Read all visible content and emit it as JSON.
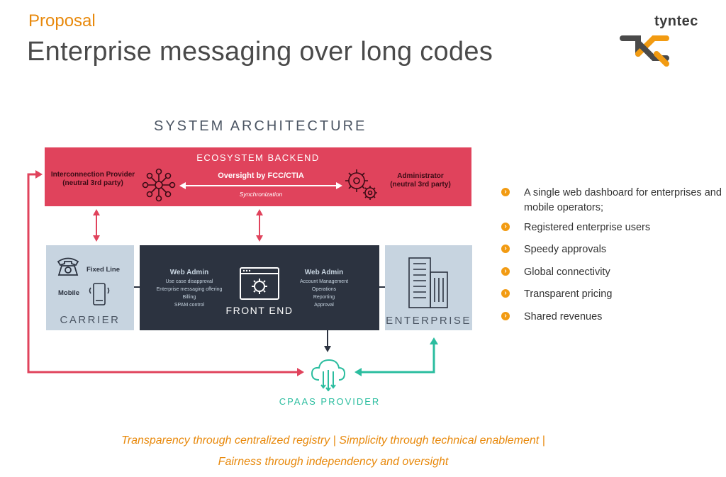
{
  "header": {
    "eyebrow": "Proposal",
    "title": "Enterprise messaging over long codes",
    "brand": "tyntec"
  },
  "diagram": {
    "title": "SYSTEM ARCHITECTURE",
    "backend": {
      "title": "ECOSYSTEM BACKEND",
      "left_line1": "Interconnection Provider",
      "left_line2": "(neutral 3rd party)",
      "center": "Oversight by FCC/CTIA",
      "sync": "Synchronization",
      "right_line1": "Administrator",
      "right_line2": "(neutral 3rd party)"
    },
    "carrier": {
      "label": "CARRIER",
      "fixed": "Fixed Line",
      "mobile": "Mobile"
    },
    "frontend": {
      "label": "FRONT END",
      "left_title": "Web Admin",
      "left_items": [
        "Use case disapproval",
        "Enterprise messaging offering",
        "Billing",
        "SPAM control"
      ],
      "right_title": "Web Admin",
      "right_items": [
        "Account Management",
        "Operations",
        "Reporting",
        "Approval"
      ]
    },
    "enterprise": {
      "label": "ENTERPRISE"
    },
    "cpaas": {
      "label": "CPAAS PROVIDER"
    },
    "colors": {
      "backend": "#e0435c",
      "frontend": "#2c3340",
      "side_box": "#c7d4e0",
      "cpaas": "#2bbd9f",
      "accent": "#e8890c"
    }
  },
  "bullets": [
    "A single web dashboard for enterprises and mobile operators;",
    "Registered enterprise users",
    "Speedy approvals",
    "Global connectivity",
    "Transparent pricing",
    "Shared revenues"
  ],
  "bullet_icon": "chevron-right-circle-icon",
  "tagline": {
    "line1": "Transparency through centralized registry | Simplicity through technical enablement |",
    "line2": "Fairness through independency and oversight"
  }
}
